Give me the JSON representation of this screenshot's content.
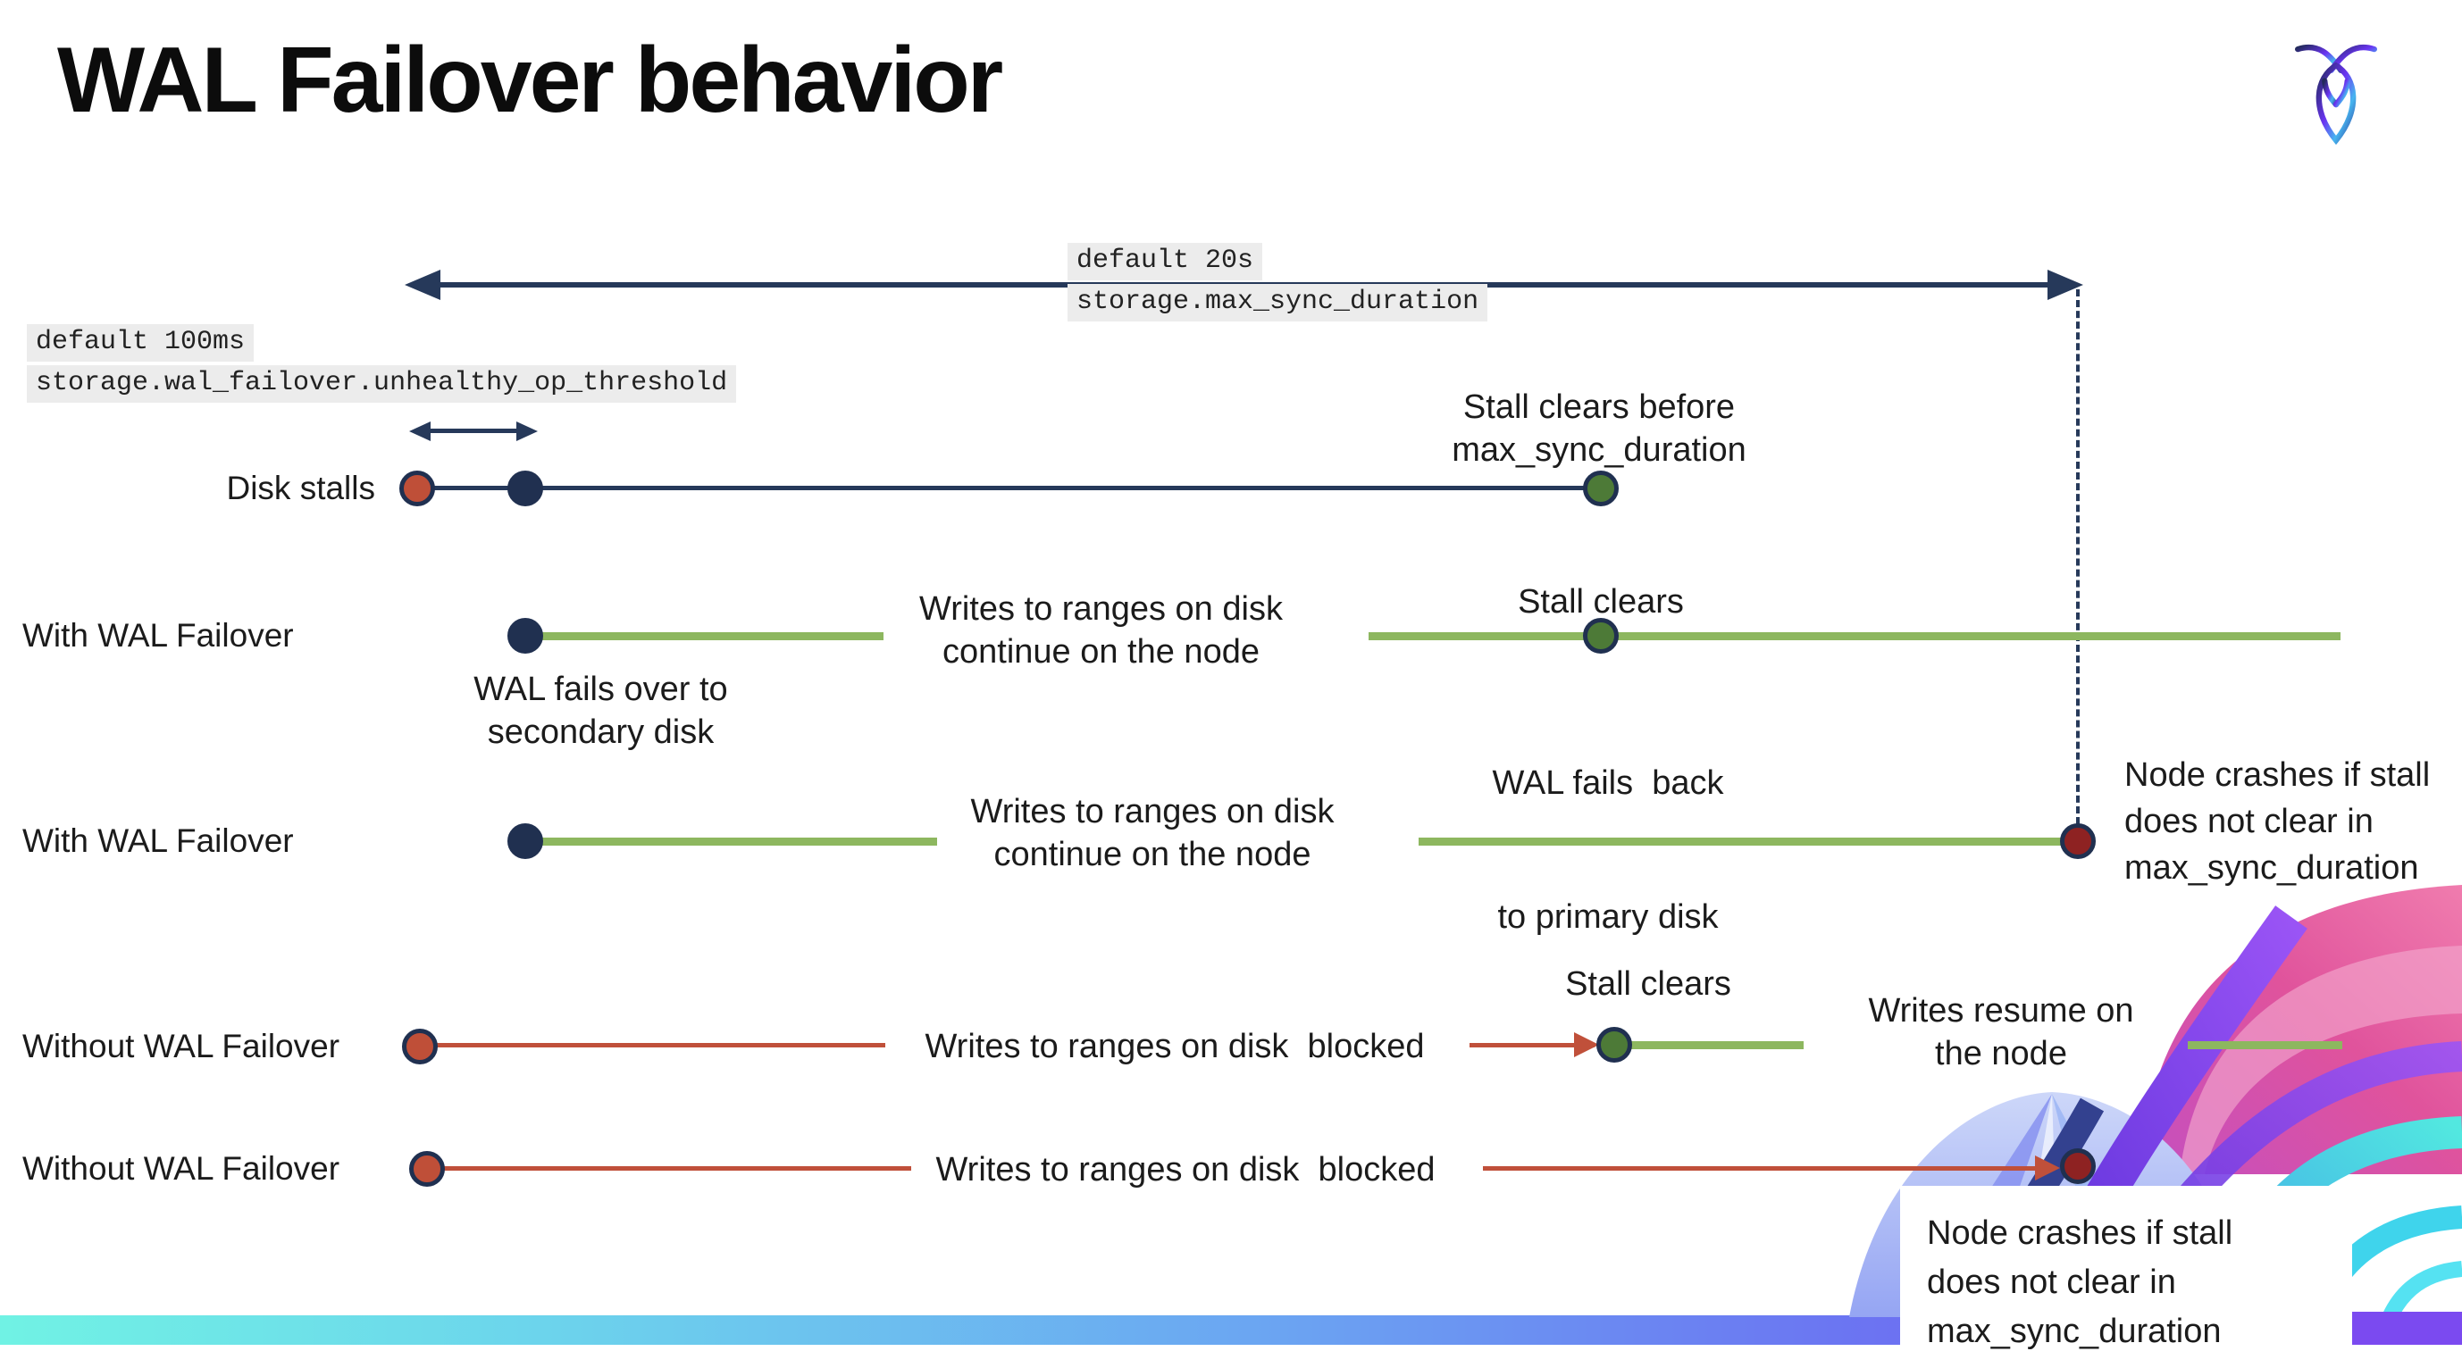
{
  "title": "WAL Failover behavior",
  "callouts": {
    "max_sync": {
      "l1": "default 20s",
      "l2": "storage.max_sync_duration"
    },
    "threshold": {
      "l1": "default 100ms",
      "l2": "storage.wal_failover.unhealthy_op_threshold"
    }
  },
  "rows": {
    "disk_stalls": {
      "label": "Disk stalls",
      "note_l1": "Stall clears before",
      "note_l2": "max_sync_duration"
    },
    "wal1": {
      "label": "With WAL Failover",
      "failover_l1": "WAL fails over to",
      "failover_l2": "secondary disk",
      "writes_l1": "Writes to ranges on disk",
      "writes_l2": "continue on the node",
      "stall": "Stall clears",
      "failback_l1": "WAL fails  back",
      "failback_l2": "to primary disk"
    },
    "wal2": {
      "label": "With WAL Failover",
      "writes_l1": "Writes to ranges on disk",
      "writes_l2": "continue on the node",
      "crash_l1": "Node crashes if stall",
      "crash_l2": "does not clear in",
      "crash_l3": "max_sync_duration"
    },
    "nowal1": {
      "label": "Without WAL Failover",
      "writes": "Writes to ranges on disk  blocked",
      "stall": "Stall clears",
      "resume_l1": "Writes resume on",
      "resume_l2": "the node"
    },
    "nowal2": {
      "label": "Without WAL Failover",
      "writes": "Writes to ranges on disk  blocked",
      "crash_l1": "Node crashes if stall",
      "crash_l2": "does not clear in",
      "crash_l3": "max_sync_duration"
    }
  },
  "icons": {
    "logo": "cockroachdb-logo",
    "art": "cockroach-wing-art"
  },
  "colors": {
    "navy": "#26395a",
    "green_line": "#8db75f",
    "green_dot": "#4d7a37",
    "red_line": "#c0503a",
    "red_dot": "#bf4f38",
    "darkred_dot": "#8e2222",
    "mono_bg": "#ececec"
  }
}
